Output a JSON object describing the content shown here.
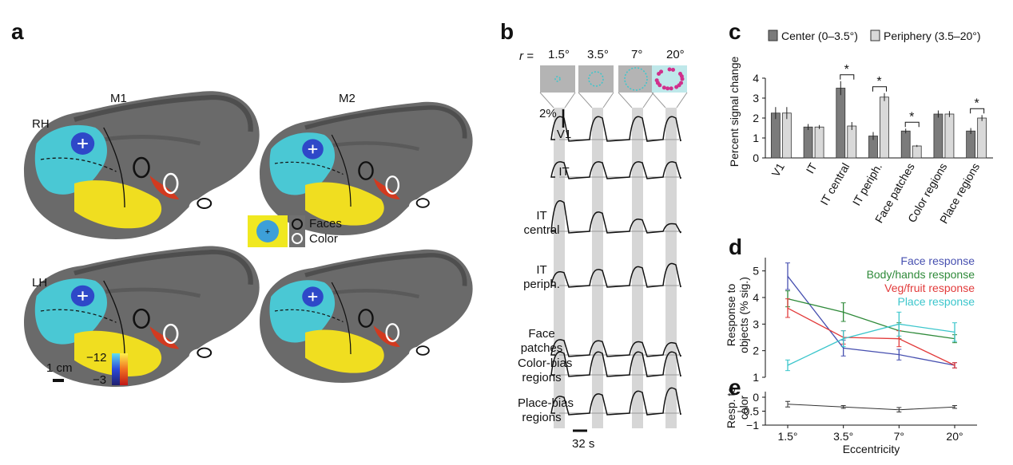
{
  "panels": {
    "a": "a",
    "b": "b",
    "c": "c",
    "d": "d",
    "e": "e"
  },
  "panel_a": {
    "brains": [
      {
        "label": "M1",
        "hemisphere": "RH"
      },
      {
        "label": "M2",
        "hemisphere": ""
      },
      {
        "label": "",
        "hemisphere": "LH"
      },
      {
        "label": "",
        "hemisphere": ""
      }
    ],
    "legend": {
      "faces": "Faces",
      "color": "Color"
    },
    "colorbar": {
      "top": "−12",
      "bottom": "−3"
    },
    "scale": "1 cm",
    "colors": {
      "cortex": "#6f6f6f",
      "cyan": "#4ad0d8",
      "yellow": "#f4e21a",
      "red": "#e23a1c",
      "blue": "#2a3fc0"
    }
  },
  "panel_b": {
    "r_label": "r =",
    "eccentricities": [
      "1.5°",
      "3.5°",
      "7°",
      "20°"
    ],
    "scale_y": "2%",
    "scale_x": "32 s",
    "rows": [
      "V1",
      "IT",
      "IT\ncentral",
      "IT\nperiph.",
      "Face\npatches",
      "Color-bias\nregions",
      "Place-bias\nregions"
    ]
  },
  "chart_data": [
    {
      "type": "bar",
      "panel": "c",
      "ylabel": "Percent signal change",
      "ylim": [
        0,
        4
      ],
      "yticks": [
        "0",
        "1",
        "2",
        "3",
        "4"
      ],
      "categories": [
        "V1",
        "IT",
        "IT central",
        "IT periph.",
        "Face patches",
        "Color regions",
        "Place regions"
      ],
      "series": [
        {
          "name": "Center (0–3.5°)",
          "color": "#7b7b7b",
          "values": [
            2.25,
            1.55,
            3.5,
            1.1,
            1.35,
            2.2,
            1.35
          ],
          "errors": [
            0.3,
            0.15,
            0.35,
            0.2,
            0.12,
            0.18,
            0.15
          ]
        },
        {
          "name": "Periphery (3.5–20°)",
          "color": "#d9d9d9",
          "values": [
            2.25,
            1.55,
            1.6,
            3.05,
            0.6,
            2.2,
            2.0
          ],
          "errors": [
            0.3,
            0.1,
            0.2,
            0.2,
            0.05,
            0.15,
            0.15
          ]
        }
      ],
      "significance": [
        "IT central",
        "IT periph.",
        "Face patches",
        "Place regions"
      ],
      "sig_mark": "*",
      "legend_placement": "top"
    },
    {
      "type": "line",
      "panel": "d",
      "x": [
        "1.5°",
        "3.5°",
        "7°",
        "20°"
      ],
      "ylabel": "Response to objects (% sig.)",
      "ylim": [
        1,
        5.5
      ],
      "yticks": [
        "1",
        "2",
        "3",
        "4",
        "5"
      ],
      "series": [
        {
          "name": "Face response",
          "color": "#4750b0",
          "values": [
            4.8,
            2.1,
            1.85,
            1.45
          ],
          "errors": [
            0.5,
            0.3,
            0.2,
            0.1
          ]
        },
        {
          "name": "Body/hands response",
          "color": "#2f8a3a",
          "values": [
            3.95,
            3.45,
            2.75,
            2.45
          ],
          "errors": [
            0.3,
            0.35,
            0.3,
            0.15
          ]
        },
        {
          "name": "Veg/fruit response",
          "color": "#e23b3b",
          "values": [
            3.6,
            2.5,
            2.45,
            1.45
          ],
          "errors": [
            0.35,
            0.25,
            0.3,
            0.1
          ]
        },
        {
          "name": "Place response",
          "color": "#3cc6cc",
          "values": [
            1.45,
            2.45,
            3.0,
            2.7
          ],
          "errors": [
            0.2,
            0.3,
            0.45,
            0.35
          ]
        }
      ],
      "legend_placement": "top-right"
    },
    {
      "type": "line",
      "panel": "e",
      "x": [
        "1.5°",
        "3.5°",
        "7°",
        "20°"
      ],
      "xlabel": "Eccentricity",
      "ylabel": "Resp. to color",
      "ylim": [
        -1,
        0.2
      ],
      "yticks": [
        "0",
        "−0.5",
        "−1"
      ],
      "series": [
        {
          "name": "",
          "color": "#333333",
          "values": [
            -0.25,
            -0.35,
            -0.45,
            -0.35
          ],
          "errors": [
            0.1,
            0.05,
            0.08,
            0.05
          ]
        }
      ]
    }
  ]
}
